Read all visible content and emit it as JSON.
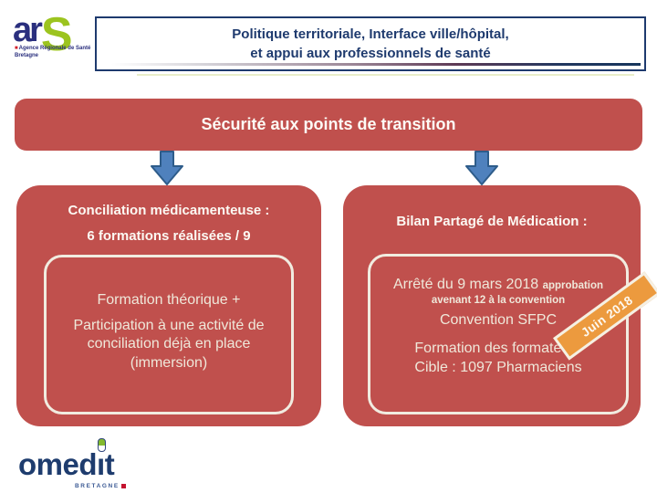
{
  "header": {
    "ars_logo": {
      "word_ar": "ar",
      "word_s": "S",
      "subtext_line1": "Agence Régionale de Santé",
      "subtext_line2": "Bretagne"
    },
    "title_line1": "Politique territoriale, Interface ville/hôpital,",
    "title_line2": "et appui aux professionnels de santé"
  },
  "banner": {
    "label": "Sécurité aux points de transition"
  },
  "left_card": {
    "header_line1": "Conciliation médicamenteuse :",
    "header_line2": "6 formations réalisées / 9",
    "inner_line1": "Formation théorique +",
    "inner_line2": "Participation à une activité de conciliation déjà en place (immersion)"
  },
  "right_card": {
    "header": "Bilan Partagé de Médication :",
    "arrete_main": "Arrêté du 9 mars 2018",
    "arrete_note1": "approbation",
    "arrete_note2": "avenant 12 à la convention",
    "line_convention": "Convention SFPC",
    "line_formation": "Formation des formateurs",
    "line_cible": "Cible : 1097 Pharmaciens",
    "ribbon_label": "Juin 2018"
  },
  "footer": {
    "omedit_pre": "omed",
    "omedit_i": "ı",
    "omedit_post": "t",
    "omedit_sub": "BRETAGNE"
  },
  "colors": {
    "card_red": "#C0504D",
    "arrow_blue": "#4F81BD",
    "arrow_border": "#2E5C8A",
    "ribbon_orange": "#EC9A3E",
    "navy": "#1E3A6E",
    "ars_green": "#9CC41F",
    "cream_text": "#EFE8DA"
  }
}
